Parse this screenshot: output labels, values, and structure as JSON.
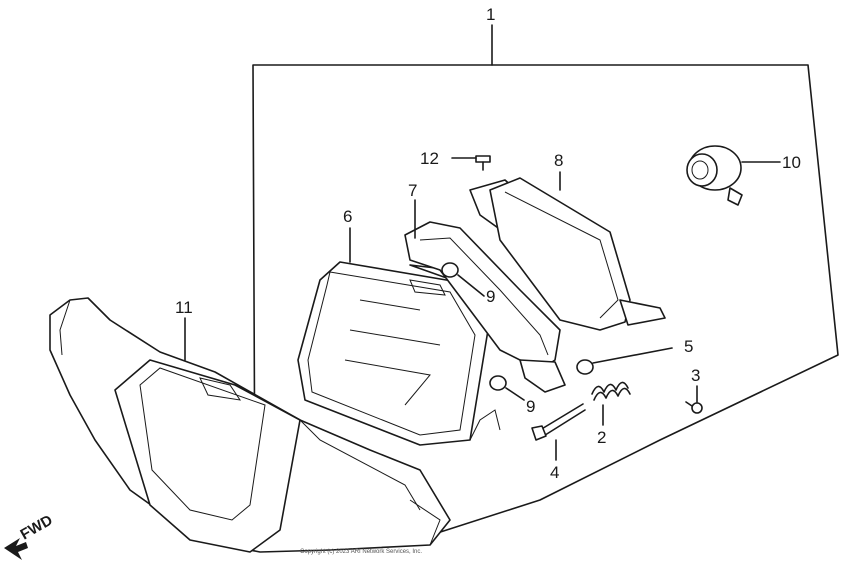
{
  "callouts": {
    "c1": "1",
    "c2": "2",
    "c3": "3",
    "c4": "4",
    "c5": "5",
    "c6": "6",
    "c7": "7",
    "c8": "8",
    "c9a": "9",
    "c9b": "9",
    "c10": "10",
    "c11": "11",
    "c12": "12"
  },
  "direction_label": "FWD",
  "copyright_text": "Copyright (c) 2023 ARI Network Services, Inc."
}
